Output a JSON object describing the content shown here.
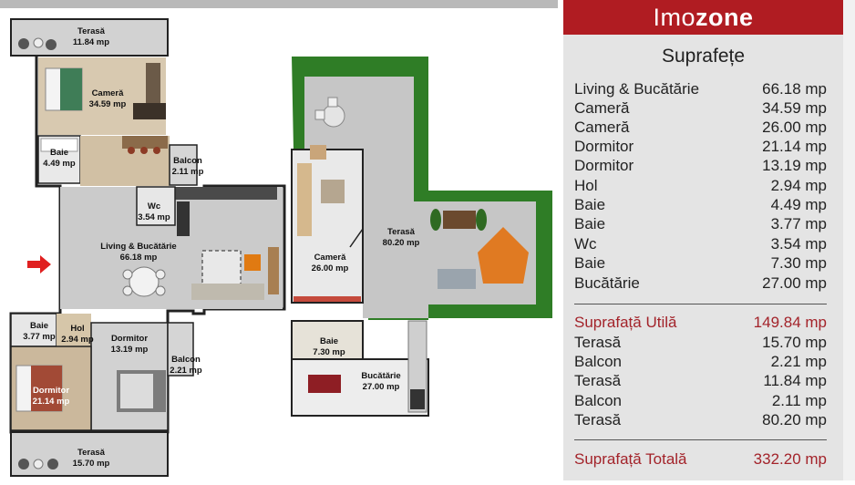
{
  "brand": {
    "prefix": "Imo",
    "suffix": "zone"
  },
  "panel": {
    "title": "Suprafețe",
    "rooms": [
      {
        "name": "Living & Bucătărie",
        "area": "66.18 mp"
      },
      {
        "name": "Cameră",
        "area": "34.59 mp"
      },
      {
        "name": "Cameră",
        "area": "26.00 mp"
      },
      {
        "name": "Dormitor",
        "area": "21.14 mp"
      },
      {
        "name": "Dormitor",
        "area": "13.19 mp"
      },
      {
        "name": "Hol",
        "area": "2.94 mp"
      },
      {
        "name": "Baie",
        "area": "4.49 mp"
      },
      {
        "name": "Baie",
        "area": "3.77 mp"
      },
      {
        "name": "Wc",
        "area": "3.54 mp"
      },
      {
        "name": "Baie",
        "area": "7.30 mp"
      },
      {
        "name": "Bucătărie",
        "area": "27.00 mp"
      }
    ],
    "useful": {
      "name": "Suprafață Utilă",
      "area": "149.84 mp"
    },
    "outdoor": [
      {
        "name": "Terasă",
        "area": "15.70 mp"
      },
      {
        "name": "Balcon",
        "area": "2.21 mp"
      },
      {
        "name": "Terasă",
        "area": "11.84 mp"
      },
      {
        "name": "Balcon",
        "area": "2.11 mp"
      },
      {
        "name": "Terasă",
        "area": "80.20 mp"
      }
    ],
    "total": {
      "name": "Suprafață Totală",
      "area": "332.20 mp"
    }
  },
  "plan_labels": {
    "terasa_top": {
      "name": "Terasă",
      "area": "11.84 mp"
    },
    "camera_1": {
      "name": "Cameră",
      "area": "34.59 mp"
    },
    "baie_1": {
      "name": "Baie",
      "area": "4.49 mp"
    },
    "balcon_1": {
      "name": "Balcon",
      "area": "2.11 mp"
    },
    "wc": {
      "name": "Wc",
      "area": "3.54 mp"
    },
    "living": {
      "name": "Living & Bucătărie",
      "area": "66.18 mp"
    },
    "baie_2": {
      "name": "Baie",
      "area": "3.77 mp"
    },
    "hol": {
      "name": "Hol",
      "area": "2.94 mp"
    },
    "dormitor_2": {
      "name": "Dormitor",
      "area": "13.19 mp"
    },
    "balcon_2": {
      "name": "Balcon",
      "area": "2.21 mp"
    },
    "dormitor_1": {
      "name": "Dormitor",
      "area": "21.14 mp"
    },
    "terasa_bottom": {
      "name": "Terasă",
      "area": "15.70 mp"
    },
    "camera_2": {
      "name": "Cameră",
      "area": "26.00 mp"
    },
    "terasa_upper": {
      "name": "Terasă",
      "area": "80.20 mp"
    },
    "baie_3": {
      "name": "Baie",
      "area": "7.30 mp"
    },
    "bucatarie": {
      "name": "Bucătărie",
      "area": "27.00 mp"
    }
  },
  "colors": {
    "brand_red": "#b01c22",
    "accent_red": "#a3232a",
    "grass": "#2f7d26",
    "floor_wood": "#d9c7a8",
    "floor_tile": "#cfcfcf"
  }
}
